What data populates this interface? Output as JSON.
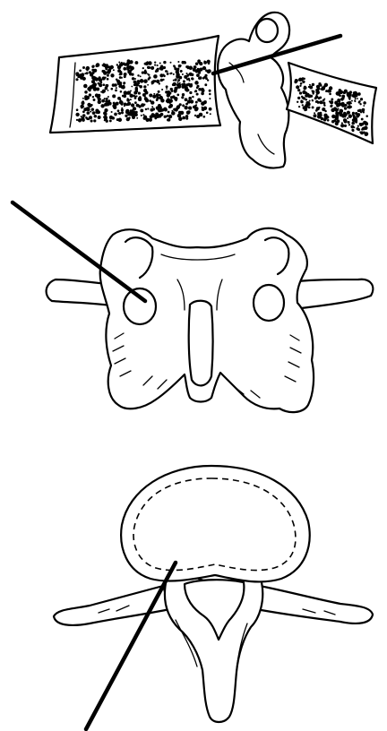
{
  "figure": {
    "views": [
      {
        "name": "lateral-view",
        "needle": "needle-through-pedicle"
      },
      {
        "name": "posterior-view",
        "needle": "needle-to-left-pedicle"
      },
      {
        "name": "axial-view",
        "needle": "needle-into-vertebral-body"
      }
    ],
    "colors": {
      "ink": "#000000",
      "background": "#ffffff",
      "bone": "#ffffff"
    }
  }
}
